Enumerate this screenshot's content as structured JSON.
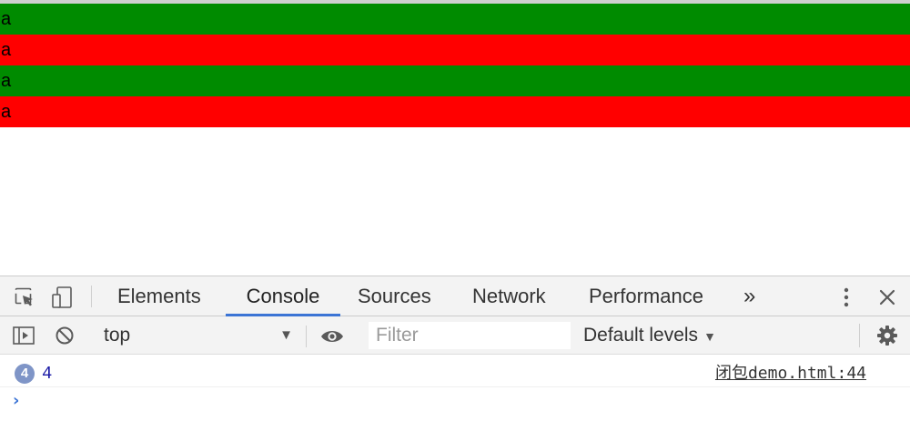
{
  "page": {
    "rows": [
      {
        "text": "a",
        "color": "#008b00"
      },
      {
        "text": "a",
        "color": "#ff0000"
      },
      {
        "text": "a",
        "color": "#008b00"
      },
      {
        "text": "a",
        "color": "#ff0000"
      }
    ]
  },
  "devtools": {
    "tabs": [
      {
        "label": "Elements"
      },
      {
        "label": "Console"
      },
      {
        "label": "Sources"
      },
      {
        "label": "Network"
      },
      {
        "label": "Performance"
      }
    ],
    "more_tabs_glyph": "»",
    "toolbar": {
      "context_value": "top",
      "filter_placeholder": "Filter",
      "levels_label": "Default levels"
    },
    "console": {
      "messages": [
        {
          "count": "4",
          "value": "4",
          "source": "闭包demo.html:44"
        }
      ],
      "prompt_glyph": "›"
    },
    "accent_color": "#3b74d5"
  }
}
